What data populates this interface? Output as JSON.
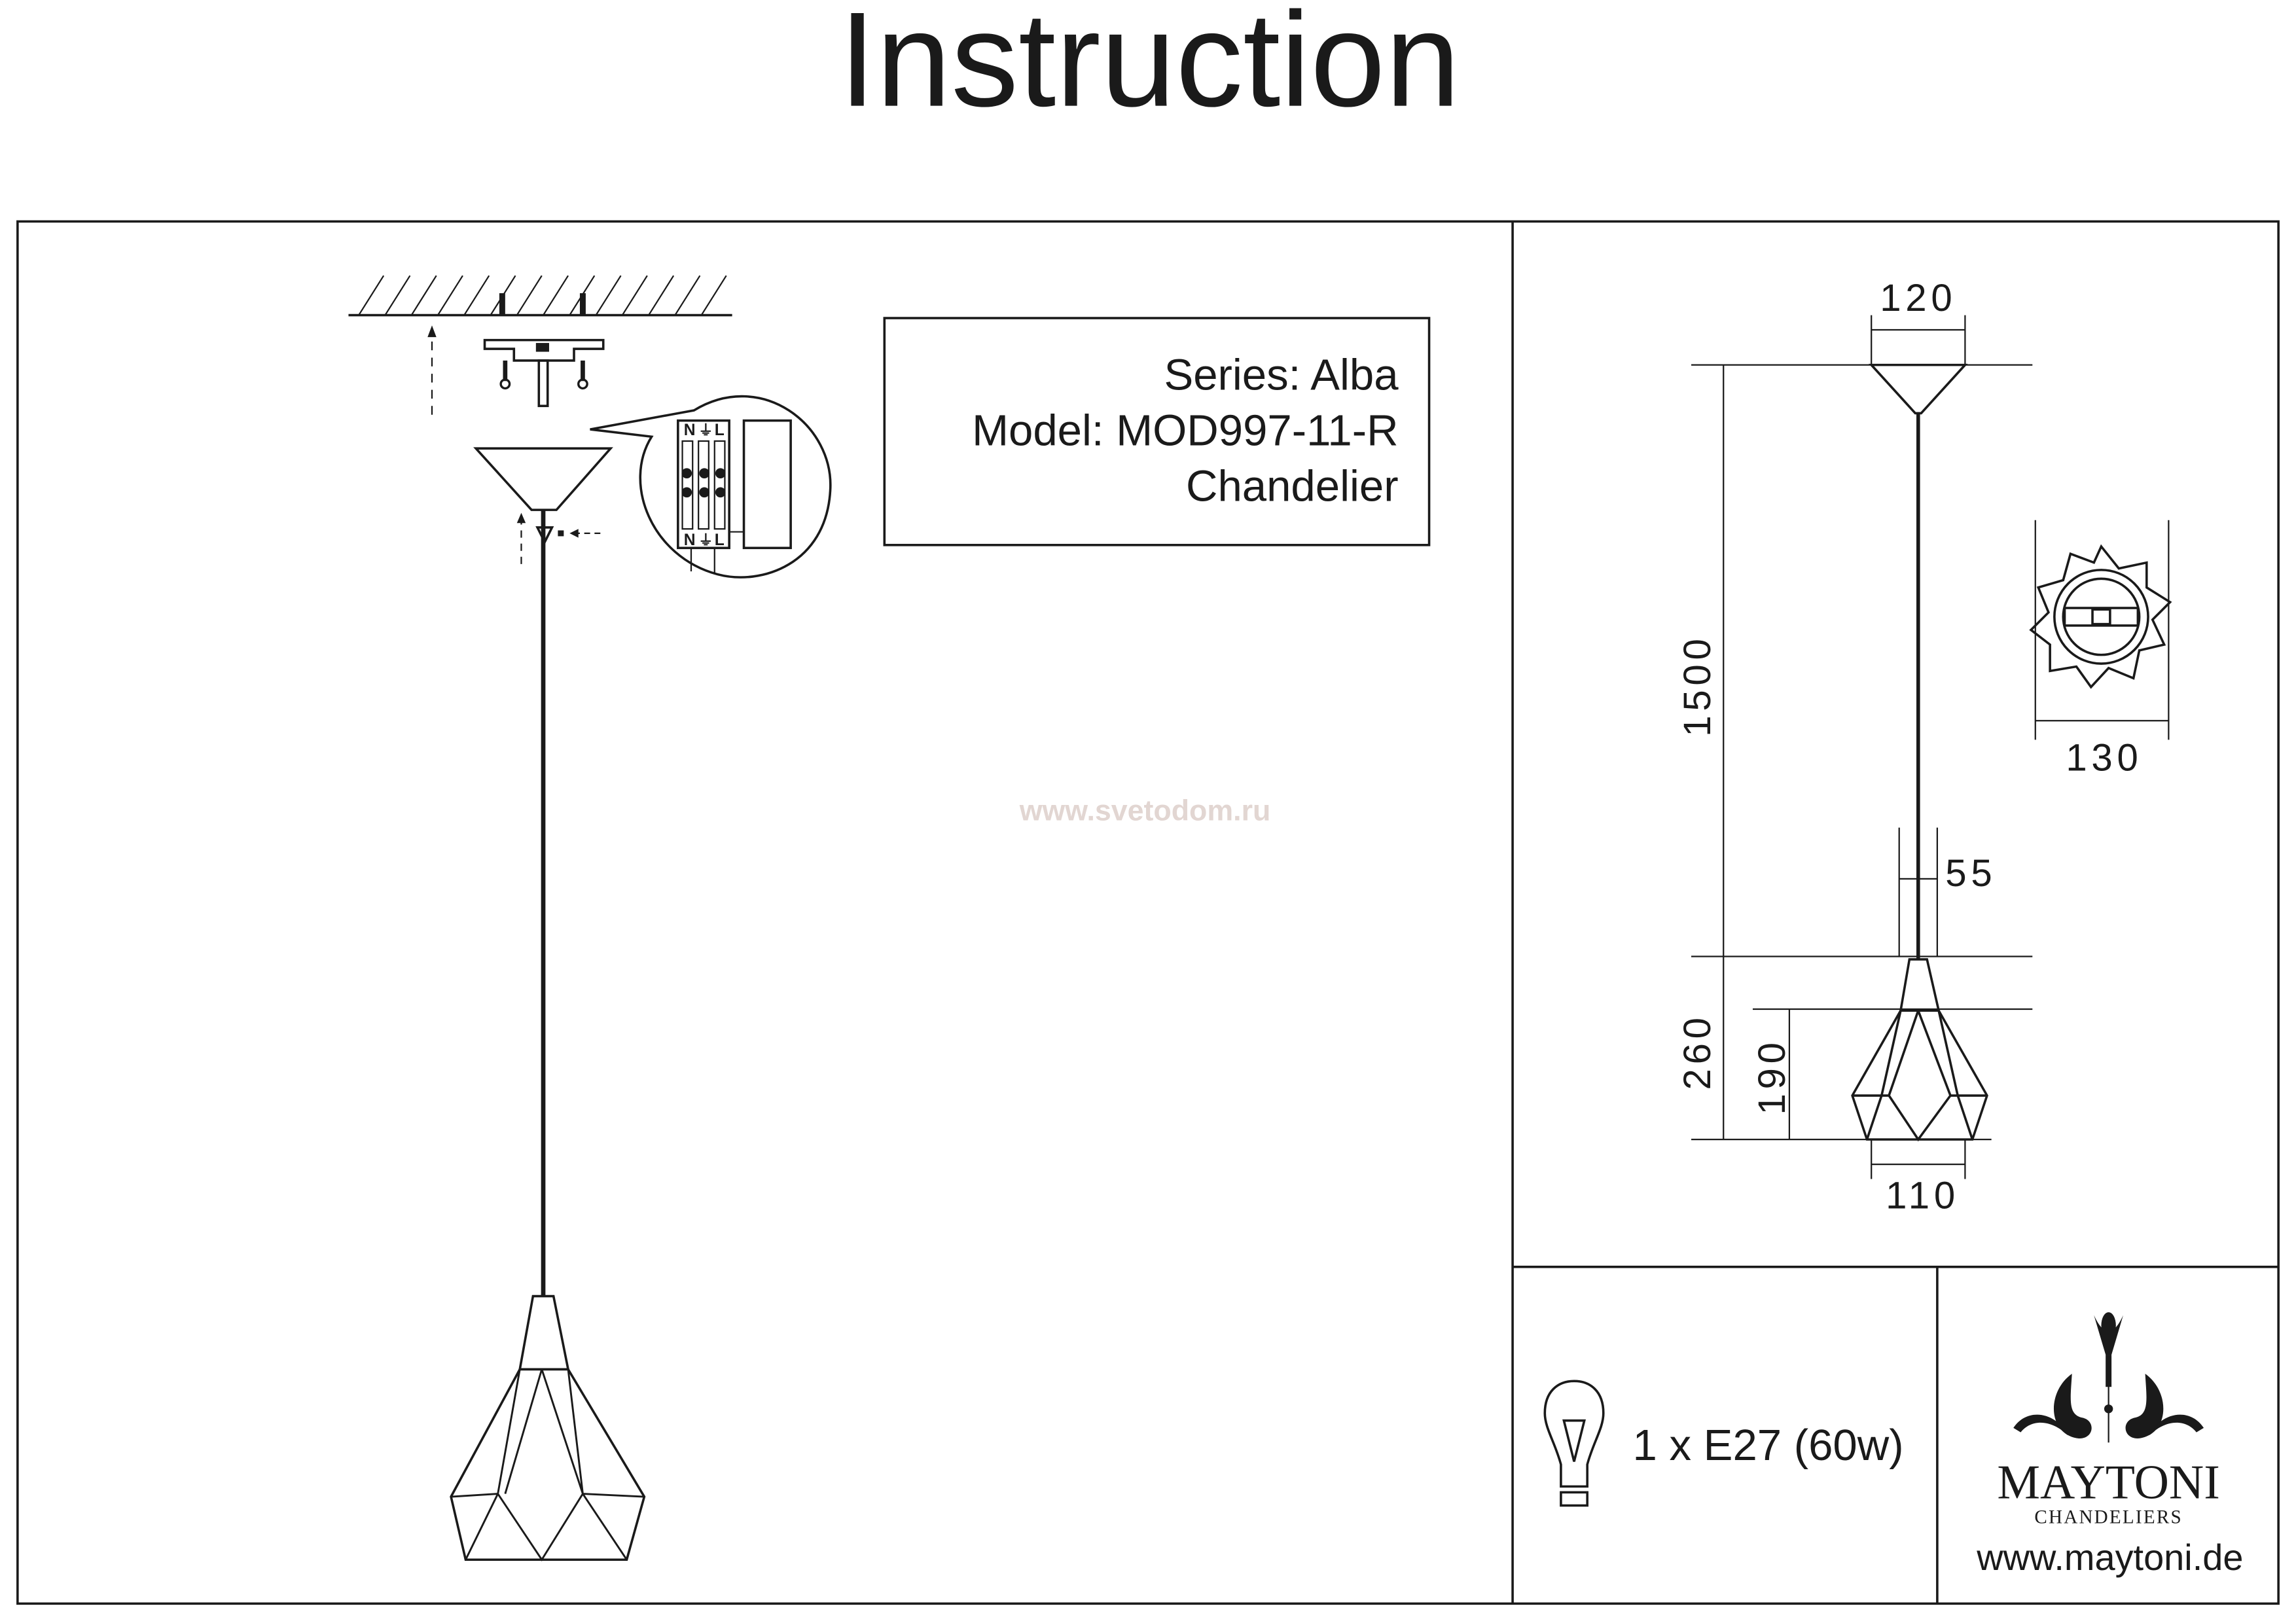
{
  "header": {
    "title": "Instruction"
  },
  "info_box": {
    "series": "Series: Alba",
    "model": "Model: MOD997-11-R",
    "type": "Chandelier"
  },
  "watermark": "www.svetodom.ru",
  "wiring": {
    "terminal_labels_top": [
      "N",
      "⏚",
      "L"
    ],
    "terminal_labels_bottom": [
      "N",
      "⏚",
      "L"
    ]
  },
  "dimensions": {
    "canopy_width": "120",
    "cable_length": "1500",
    "cable_width": "55",
    "total_shade_height": "260",
    "shade_height": "190",
    "shade_width": "110",
    "canopy_top_width": "130"
  },
  "lamp": {
    "icon": "light-bulb-icon",
    "spec": "1 x E27 (60w)"
  },
  "brand": {
    "name": "MAYTONI",
    "tagline": "CHANDELIERS",
    "website": "www.maytoni.de"
  }
}
